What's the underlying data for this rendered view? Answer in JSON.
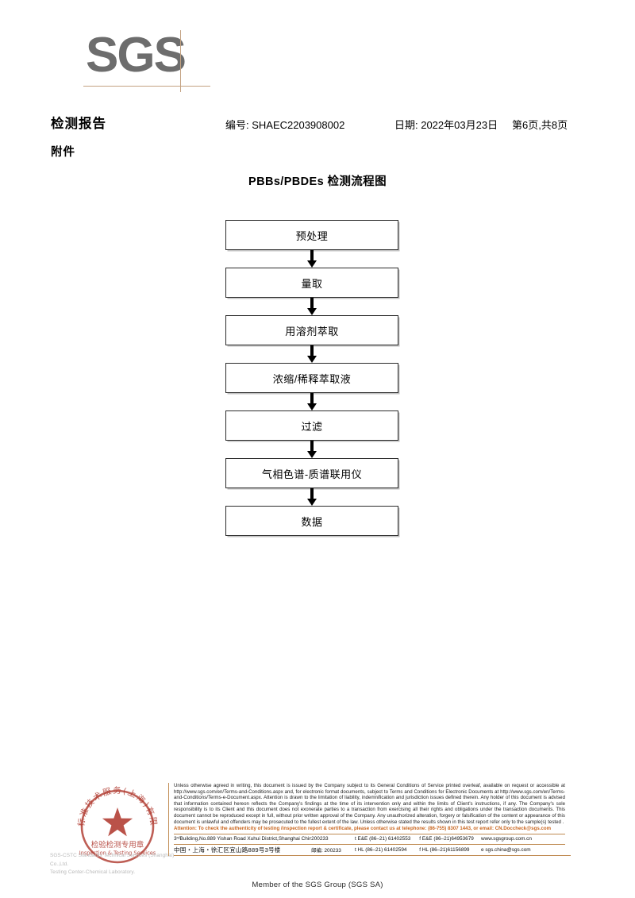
{
  "logo": {
    "text": "SGS",
    "color": "#6d6d6d",
    "rule_color": "#c3a282"
  },
  "header": {
    "title": "检测报告",
    "subtitle": "附件",
    "report_no": "编号: SHAEC2203908002",
    "date": "日期: 2022年03月23日",
    "page": "第6页,共8页"
  },
  "flowchart": {
    "title": "PBBs/PBDEs 检测流程图",
    "steps": [
      {
        "label": "预处理"
      },
      {
        "label": "量取"
      },
      {
        "label": "用溶剂萃取"
      },
      {
        "label": "浓缩/稀释萃取液"
      },
      {
        "label": "过滤"
      },
      {
        "label": "气相色谱-质谱联用仪"
      },
      {
        "label": "数据"
      }
    ]
  },
  "stamp": {
    "outer_text": "通标标准技术服务(上海)有限公司",
    "line_cn": "检验检测专用章",
    "line_en": "Inspection & Testing Services",
    "color": "#b03a30",
    "company_line1": "SGS-CSTC Standards Technical Services (Shanghai) Co.,Ltd.",
    "company_line2": "Testing Center-Chemical Laboratory."
  },
  "footer": {
    "legal": "Unless otherwise agreed in writing, this document is issued by the Company subject to its General Conditions of Service printed overleaf, available on request or accessible at http://www.sgs.com/en/Terms-and-Conditions.aspx and, for electronic format documents, subject to Terms and Conditions for Electronic Documents at http://www.sgs.com/en/Terms-and-Conditions/Terms-e-Document.aspx. Attention is drawn to the limitation of liability, indemnification and jurisdiction issues defined therein. Any holder of this document is advised that information contained hereon reflects the Company's findings at the time of its intervention only and within the limits of Client's instructions, if any. The Company's sole responsibility is to its Client and this document does not exonerate parties to a transaction from exercising all their rights and obligations under the transaction documents. This document cannot be reproduced except in full, without prior written approval of the Company. Any unauthorized alteration, forgery or falsification of the content or appearance of this document is unlawful and offenders may be prosecuted to the fullest extent of the law. Unless otherwise stated the results shown in this test report refer only to the sample(s) tested .",
    "attention": "Attention: To check the authenticity of testing /inspection report & certificate, please contact us at telephone: (86-755) 8307 1443, or email: CN.Doccheck@sgs.com",
    "address_en": "3ʳᵈBuilding,No.889 Yishan Road Xuhui District,Shanghai China",
    "zip_en": "200233",
    "tel1_en": "t E&E (86–21) 61402553",
    "tel2_en": "f E&E (86–21)64953679",
    "web": "www.sgsgroup.com.cn",
    "address_cn": "中国・上海・徐汇区宜山路889号3号楼",
    "zip_cn": "邮编: 200233",
    "tel1_cn": "t HL (86–21) 61402594",
    "tel2_cn": "f HL (86–21)61156899",
    "email": "e  sgs.china@sgs.com",
    "member": "Member of the SGS Group (SGS SA)",
    "rule_color": "#c08b52",
    "attention_color": "#c8651e"
  }
}
